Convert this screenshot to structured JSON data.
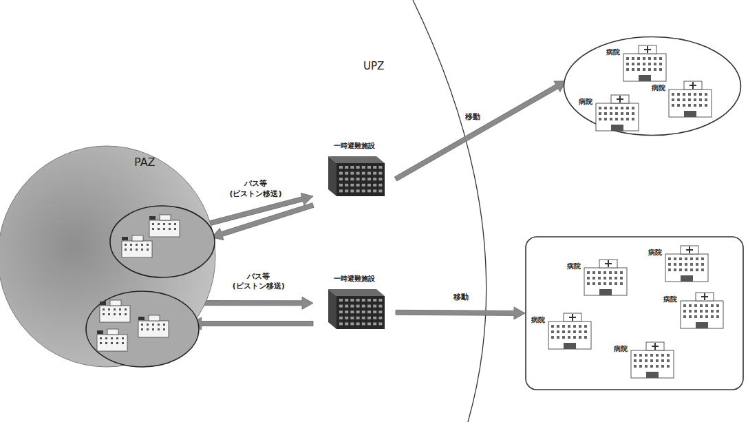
{
  "diagram": {
    "nodes": [
      {
        "text": [
          "PAZ"
        ]
      },
      {
        "text": [
          "一時避難施設"
        ]
      },
      {
        "text": [
          "一時避難施設"
        ]
      },
      {
        "text": [
          "病院",
          "病院",
          "病院"
        ]
      },
      {
        "text": [
          "病院",
          "病院",
          "病院",
          "病院",
          "病院"
        ]
      }
    ],
    "edges": [
      {
        "from": 0,
        "to": 1,
        "arrow": "to",
        "label": "バス等 (ピストン移送)"
      },
      {
        "from": 1,
        "to": 0,
        "arrow": "to"
      },
      {
        "from": 0,
        "to": 2,
        "arrow": "to",
        "label": "バス等 (ピストン移送)"
      },
      {
        "from": 2,
        "to": 0,
        "arrow": "to"
      },
      {
        "from": 1,
        "to": 3,
        "arrow": "to",
        "label": "移動"
      },
      {
        "from": 2,
        "to": 4,
        "arrow": "to",
        "label": "移動"
      }
    ],
    "labels": [
      "UPZ"
    ]
  }
}
